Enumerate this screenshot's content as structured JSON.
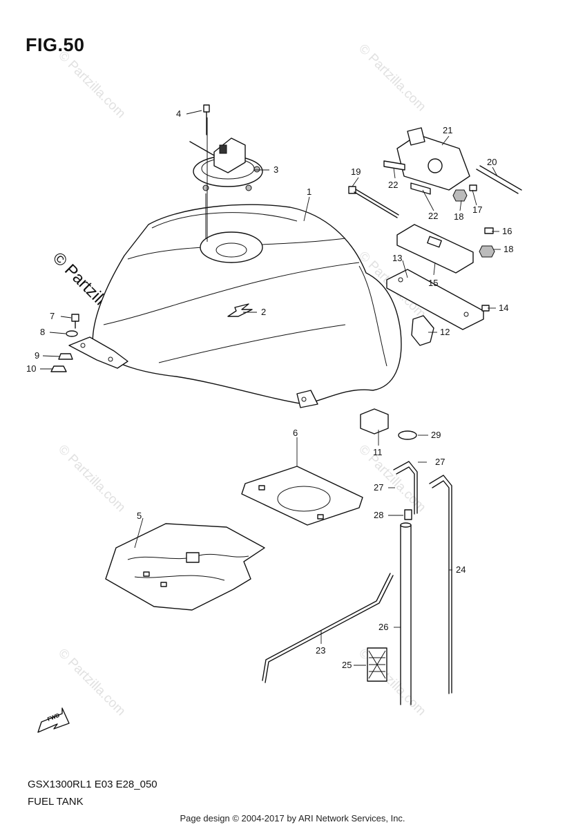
{
  "figure": {
    "title": "FIG.50"
  },
  "model": {
    "code": "GSX1300RL1 E03 E28_050",
    "name": "FUEL TANK"
  },
  "footer": {
    "text": "Page design © 2004-2017 by ARI Network Services, Inc."
  },
  "watermark": {
    "text": "© Partzilla.com"
  },
  "fwd_label": "FWD",
  "callouts": {
    "c1": "1",
    "c2": "2",
    "c3": "3",
    "c4": "4",
    "c5": "5",
    "c6": "6",
    "c7": "7",
    "c8": "8",
    "c9": "9",
    "c10": "10",
    "c11": "11",
    "c12": "12",
    "c13": "13",
    "c14": "14",
    "c15": "15",
    "c16": "16",
    "c17": "17",
    "c18a": "18",
    "c18b": "18",
    "c19": "19",
    "c20": "20",
    "c21": "21",
    "c22a": "22",
    "c22b": "22",
    "c23": "23",
    "c24": "24",
    "c25": "25",
    "c26": "26",
    "c27a": "27",
    "c27b": "27",
    "c28": "28",
    "c29": "29"
  }
}
